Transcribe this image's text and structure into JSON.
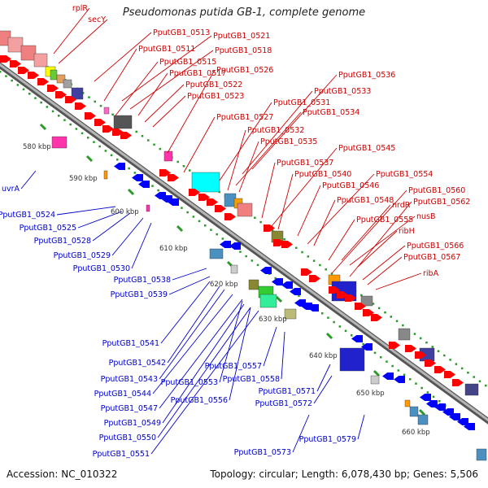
{
  "header": {
    "title": "Pseudomonas putida GB-1, complete genome"
  },
  "footer": {
    "accession": "Accession: NC_010322",
    "topology": "Topology: circular; Length: 6,078,430 bp; Genes: 5,506"
  },
  "colors": {
    "forward": "#ff0000",
    "reverse": "#0000ff",
    "label_forward": "#cc0000",
    "label_reverse": "#0000cc",
    "backbone": "#888888",
    "tick": "#2a9a2a"
  },
  "scale_ticks": [
    "580 kbp",
    "590 kbp",
    "600 kbp",
    "610 kbp",
    "620 kbp",
    "630 kbp",
    "640 kbp",
    "650 kbp",
    "660 kbp"
  ],
  "forward_gene_labels": [
    "rplR",
    "secY",
    "PputGB1_0513",
    "PputGB1_0521",
    "PputGB1_0511",
    "PputGB1_0518",
    "PputGB1_0515",
    "PputGB1_0517",
    "PputGB1_0526",
    "PputGB1_0522",
    "PputGB1_0523",
    "PputGB1_0536",
    "PputGB1_0533",
    "PputGB1_0531",
    "PputGB1_0527",
    "PputGB1_0534",
    "PputGB1_0532",
    "PputGB1_0535",
    "PputGB1_0545",
    "PputGB1_0537",
    "PputGB1_0540",
    "PputGB1_0554",
    "PputGB1_0546",
    "PputGB1_0560",
    "PputGB1_0548",
    "nrdR",
    "PputGB1_0562",
    "nusB",
    "PputGB1_0555",
    "ribH",
    "PputGB1_0566",
    "PputGB1_0567",
    "ribA"
  ],
  "reverse_gene_labels": [
    "uvrA",
    "PputGB1_0524",
    "PputGB1_0525",
    "PputGB1_0528",
    "PputGB1_0529",
    "PputGB1_0530",
    "PputGB1_0538",
    "PputGB1_0539",
    "PputGB1_0541",
    "PputGB1_0542",
    "PputGB1_0543",
    "PputGB1_0544",
    "PputGB1_0547",
    "PputGB1_0549",
    "PputGB1_0550",
    "PputGB1_0551",
    "PputGB1_0553",
    "PputGB1_0556",
    "PputGB1_0557",
    "PputGB1_0558",
    "PputGB1_0571",
    "PputGB1_0572",
    "PputGB1_0573",
    "PputGB1_0579"
  ]
}
